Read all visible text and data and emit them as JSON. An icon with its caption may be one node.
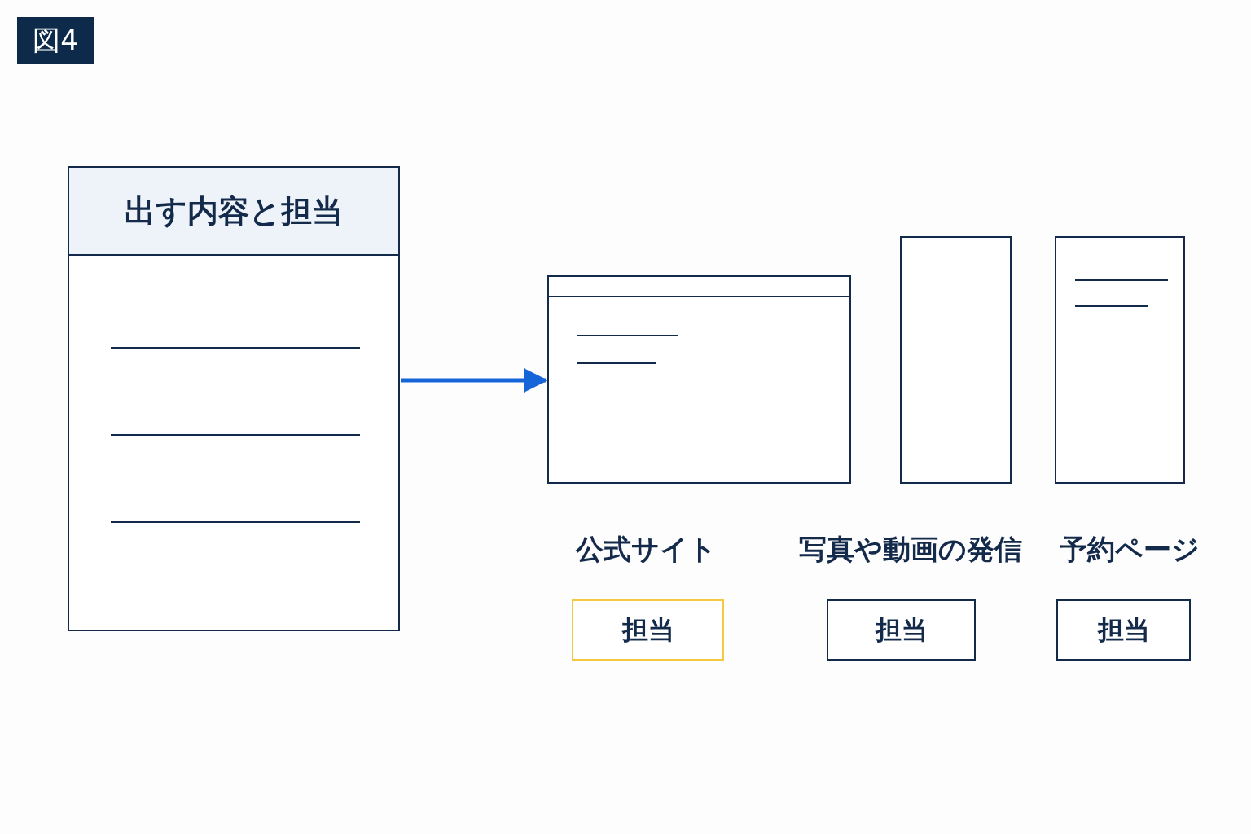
{
  "diagram": {
    "title": "図4",
    "nodes": [
      {
        "text": [
          "出す内容と担当"
        ]
      },
      {
        "text": [],
        "shape": "box",
        "beside": [
          "公式サイト"
        ]
      },
      {
        "text": [],
        "shape": "box",
        "beside": [
          "写真や動画の発信"
        ]
      },
      {
        "text": [],
        "shape": "box",
        "beside": [
          "予約ページ"
        ]
      },
      {
        "text": [
          "担当"
        ]
      },
      {
        "text": [
          "担当"
        ]
      },
      {
        "text": [
          "担当"
        ]
      }
    ],
    "edges": [
      {
        "from": 0,
        "to": 1,
        "arrow": "to",
        "color": "#1565d8"
      }
    ]
  }
}
